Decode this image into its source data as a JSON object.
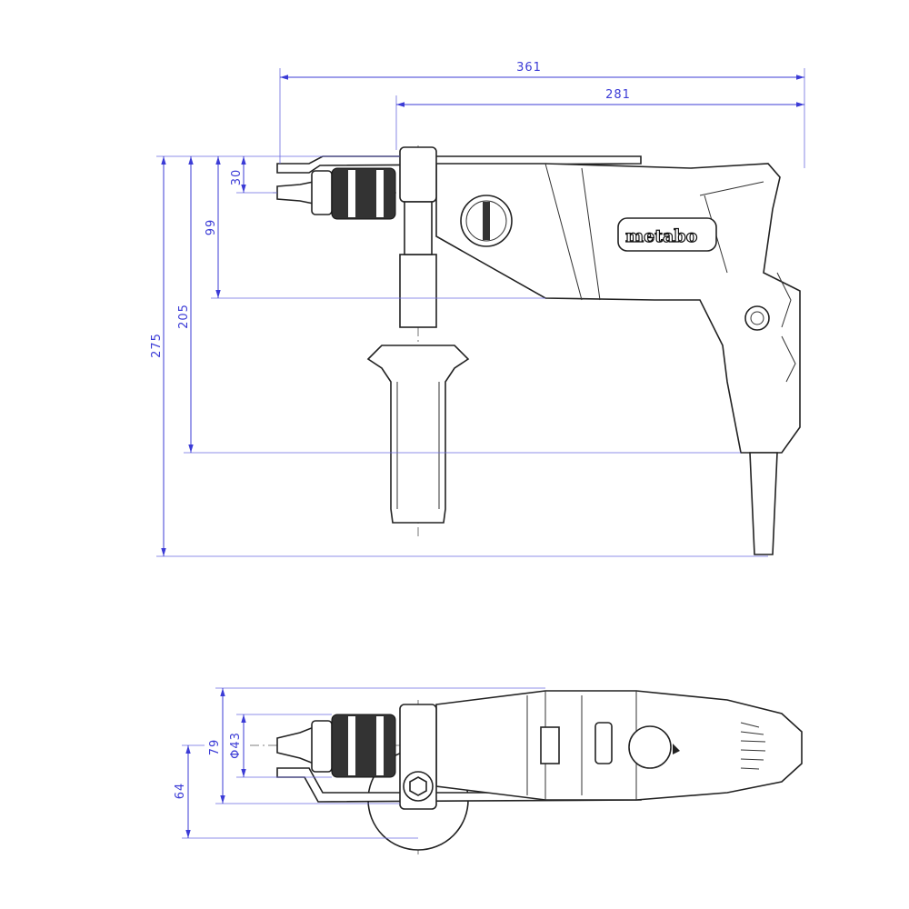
{
  "drawing": {
    "brand_logo": "metabo",
    "side_view": {
      "dimensions": [
        {
          "id": "overall-length",
          "label": "361"
        },
        {
          "id": "length-from-handle",
          "label": "281"
        },
        {
          "id": "chuck-axis-height",
          "label": "30"
        },
        {
          "id": "body-height",
          "label": "99"
        },
        {
          "id": "height-to-grip-bottom",
          "label": "205"
        },
        {
          "id": "overall-height",
          "label": "275"
        }
      ]
    },
    "top_view": {
      "dimensions": [
        {
          "id": "width",
          "label": "79"
        },
        {
          "id": "chuck-diameter",
          "label": "Φ43"
        },
        {
          "id": "axis-to-handle",
          "label": "64"
        }
      ]
    },
    "colors": {
      "dimension": "#3b3bd6",
      "outline": "#222222"
    }
  }
}
